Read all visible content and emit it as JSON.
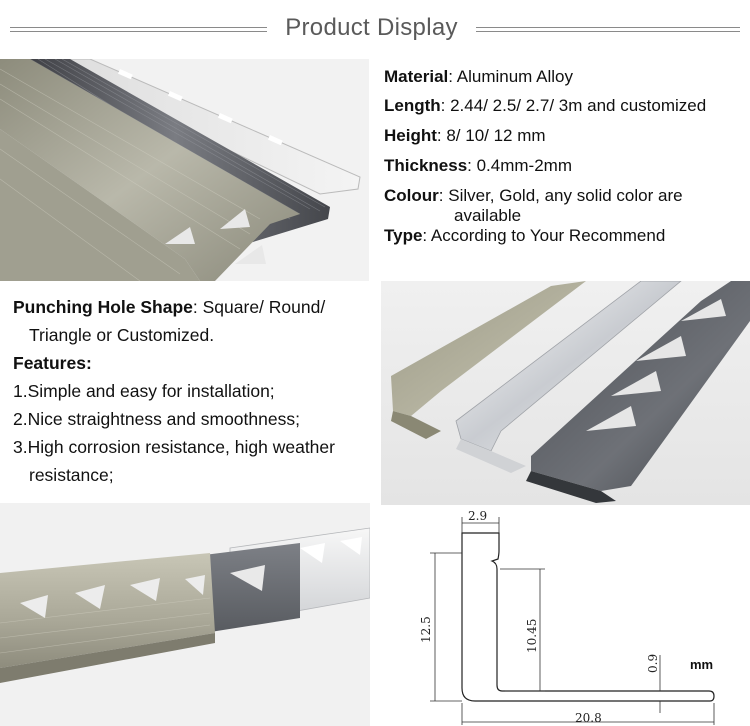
{
  "header": {
    "title": "Product Display"
  },
  "specs": {
    "material": {
      "label": "Material",
      "value": ": Aluminum Alloy"
    },
    "length": {
      "label": "Length",
      "value": ": 2.44/ 2.5/ 2.7/ 3m and customized"
    },
    "height": {
      "label": "Height",
      "value": ": 8/ 10/ 12 mm"
    },
    "thickness": {
      "label": "Thickness",
      "value": ": 0.4mm-2mm"
    },
    "colour": {
      "label": "Colour",
      "value": ":  Silver, Gold, any solid color are",
      "value_cont": "available"
    },
    "type": {
      "label": "Type",
      "value": ": According to Your Recommend"
    }
  },
  "features": {
    "hole_label": "Punching Hole Shape",
    "hole_value": ": Square/ Round/",
    "hole_cont": "Triangle or Customized.",
    "title": "Features:",
    "items": [
      "1.Simple and easy for installation;",
      "2.Nice straightness and smoothness;",
      "3.High corrosion resistance, high weather",
      "resistance;"
    ]
  },
  "drawing": {
    "dim_top": "2.9",
    "dim_left": "12.5",
    "dim_mid": "10.45",
    "dim_small": "0.9",
    "dim_bottom": "20.8",
    "unit": "mm"
  }
}
